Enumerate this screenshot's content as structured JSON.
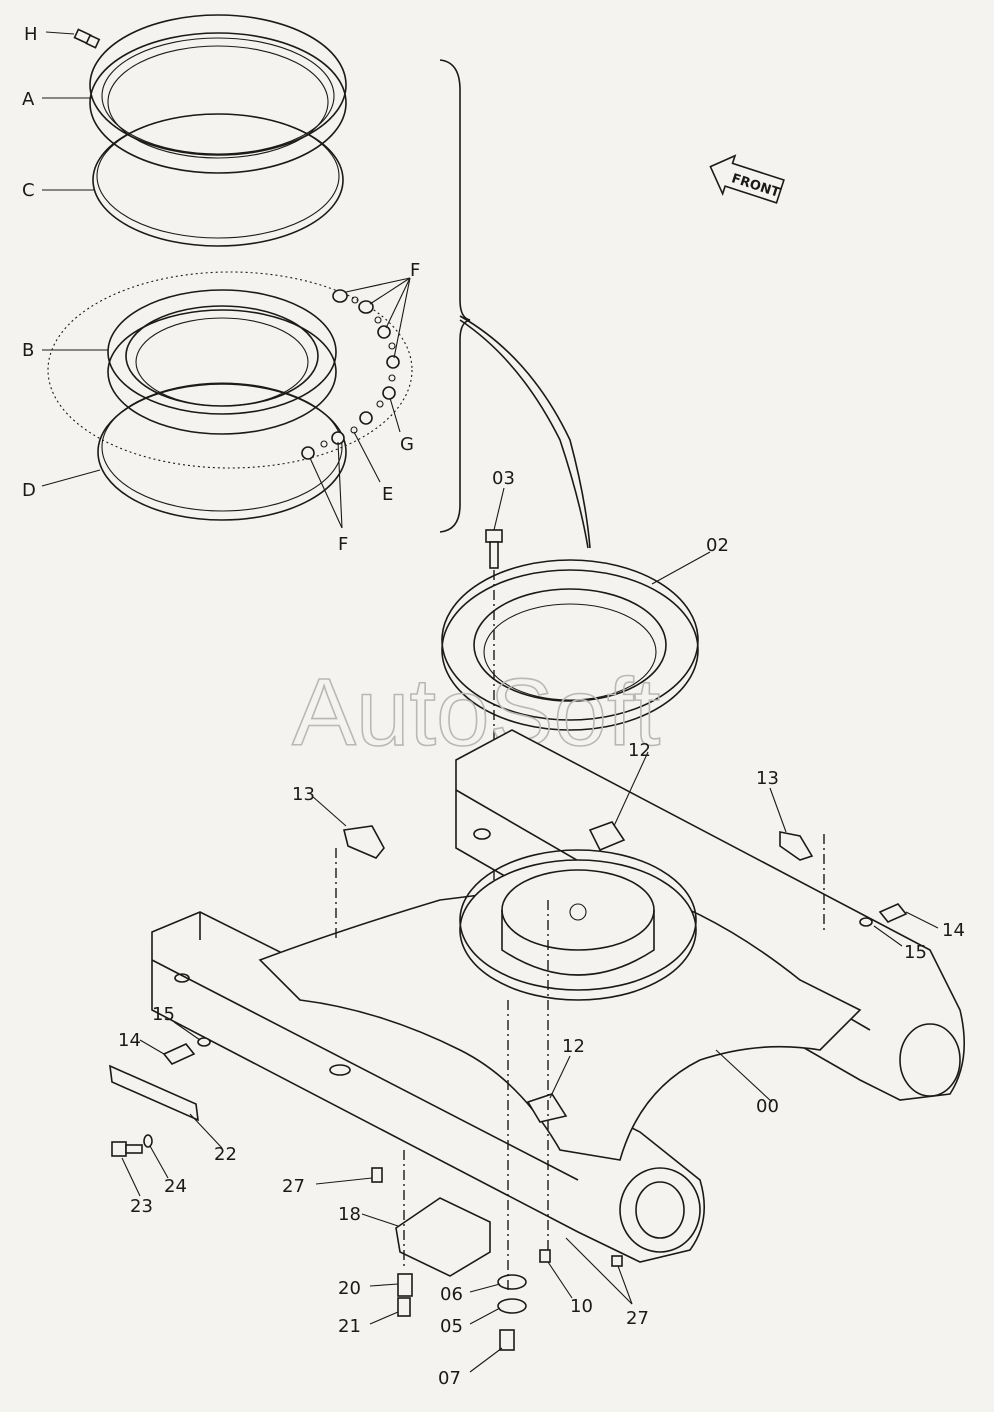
{
  "watermark": "AutoSoft",
  "front_label": "FRONT",
  "callouts": {
    "H": "H",
    "A": "A",
    "C": "C",
    "B": "B",
    "D": "D",
    "F1": "F",
    "F2": "F",
    "G": "G",
    "E": "E",
    "p03": "03",
    "p02": "02",
    "p12a": "12",
    "p13a": "13",
    "p13b": "13",
    "p14a": "14",
    "p15a": "15",
    "p15b": "15",
    "p14b": "14",
    "p12b": "12",
    "p00": "00",
    "p22": "22",
    "p24": "24",
    "p23": "23",
    "p27a": "27",
    "p18": "18",
    "p20": "20",
    "p21": "21",
    "p06": "06",
    "p05": "05",
    "p07": "07",
    "p10": "10",
    "p27b": "27"
  }
}
